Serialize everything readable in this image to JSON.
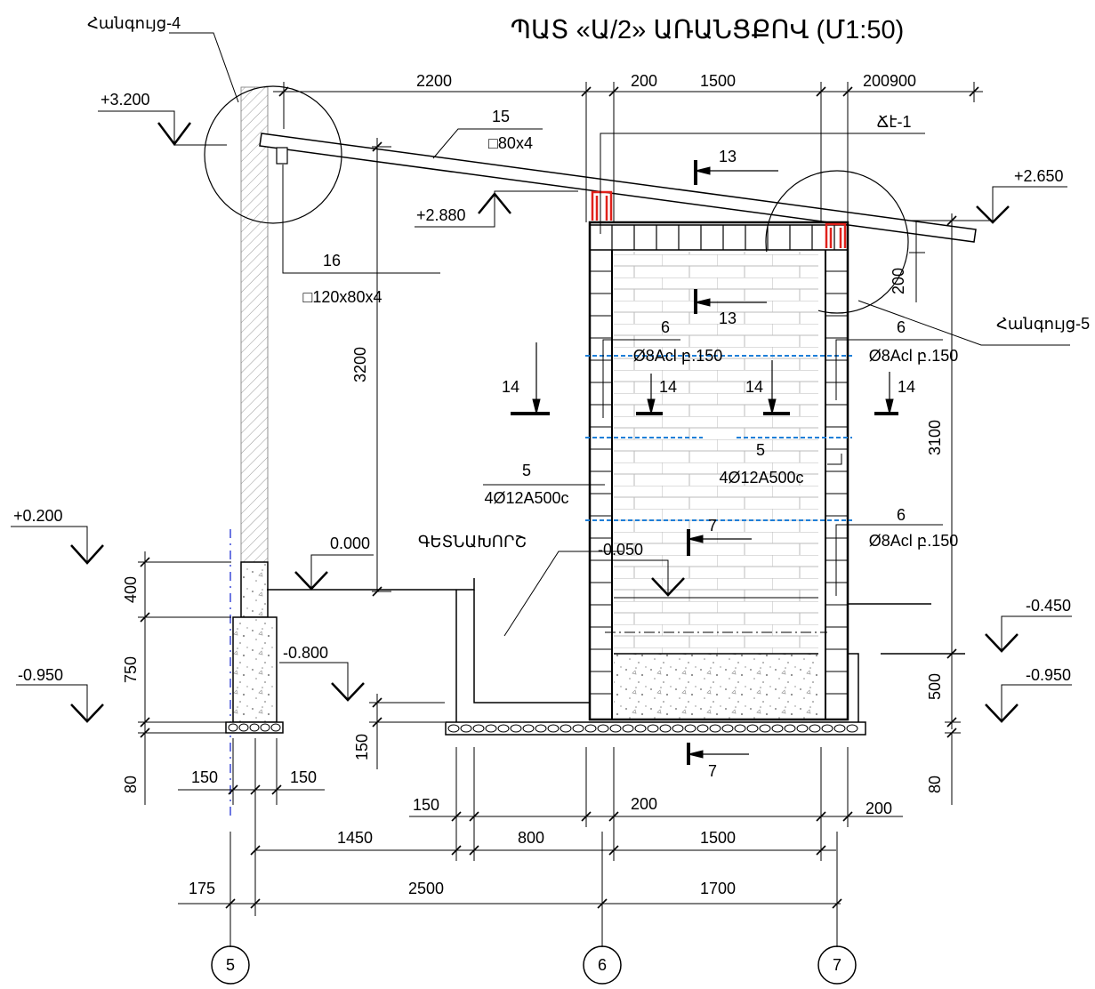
{
  "title": "ՊԱՏ «Ա/2» ԱՌԱՆՑՔՈՎ  (Մ1:50)",
  "callouts": {
    "node4": "Հանգույց-4",
    "node5": "Հանգույց-5"
  },
  "elevations": {
    "e3200": "+3.200",
    "e2880": "+2.880",
    "e2650": "+2.650",
    "e0200": "+0.200",
    "e0000": "0.000",
    "e_0050": "-0.050",
    "e_0450": "-0.450",
    "e_0800": "-0.800",
    "e_0950_left": "-0.950",
    "e_0950_right": "-0.950"
  },
  "dims_top": {
    "d2200": "2200",
    "d200": "200",
    "d1500": "1500",
    "d200900": "200900"
  },
  "dims_vert": {
    "d3200": "3200",
    "d3100": "3100",
    "d400": "400",
    "d750": "750",
    "d80_l": "80",
    "d150_v": "150",
    "d500": "500",
    "d80_r": "80",
    "d200_v": "200"
  },
  "dims_bottom": {
    "b150a": "150",
    "b150b": "150",
    "b150c": "150",
    "b200a": "200",
    "b200b": "200",
    "b1450": "1450",
    "b800": "800",
    "b1500": "1500",
    "b175": "175",
    "b2500": "2500",
    "b1700": "1700"
  },
  "marks": {
    "m15": "15",
    "m15spec": "□80x4",
    "m16": "16",
    "m16spec": "□120x80x4",
    "lintel": "Ճէ-1",
    "m13a": "13",
    "m13b": "13",
    "m14a": "14",
    "m14b": "14",
    "m14c": "14",
    "m14d": "14",
    "m6a": "6",
    "m6aspec": "Ø8Acl բ.150",
    "m6b": "6",
    "m6bspec": "Ø8Acl բ.150",
    "m6c": "6",
    "m6cspec": "Ø8Acl բ.150",
    "m5a": "5",
    "m5aspec": "4Ø12A500c",
    "m5b": "5",
    "m5bspec": "4Ø12A500c",
    "m7a": "7",
    "m7b": "7",
    "pit": "ԳԵՏՆԱԽՈՐՇ"
  },
  "axes": {
    "a5": "5",
    "a6": "6",
    "a7": "7"
  },
  "colors": {
    "rebar_red": "#e0211b",
    "rebar_blue": "#1e7fd8",
    "axis_blue": "#3b4ad8"
  }
}
